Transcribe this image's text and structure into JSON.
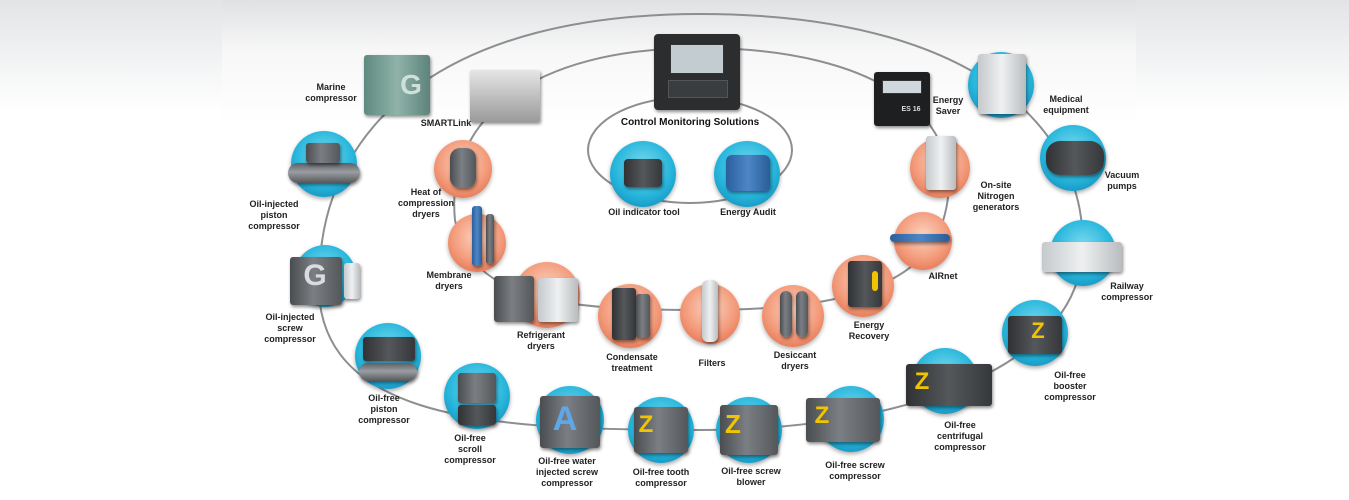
{
  "diagram": {
    "center": {
      "title": "Control Monitoring Solutions",
      "oil_indicator": "Oil indicator tool",
      "energy_audit": "Energy Audit"
    },
    "outer_ring": {
      "marine": "Marine\ncompressor",
      "piston_oil_injected": "Oil-injected\npiston\ncompressor",
      "screw_oil_injected": "Oil-injected\nscrew\ncompressor",
      "piston_oil_free": "Oil-free\npiston\ncompressor",
      "scroll_oil_free": "Oil-free\nscroll\ncompressor",
      "water_injected": "Oil-free water\ninjected screw\ncompressor",
      "tooth": "Oil-free tooth\ncompressor",
      "screw_blower": "Oil-free screw\nblower",
      "screw_oil_free": "Oil-free screw\ncompressor",
      "centrifugal": "Oil-free\ncentrifugal\ncompressor",
      "booster": "Oil-free\nbooster\ncompressor",
      "railway": "Railway\ncompressor",
      "vacuum": "Vacuum\npumps",
      "medical": "Medical\nequipment"
    },
    "inner_ring": {
      "smartlink": "SMARTLink",
      "heat_of_compression": "Heat of\ncompression\ndryers",
      "membrane": "Membrane\ndryers",
      "refrigerant": "Refrigerant\ndryers",
      "condensate": "Condensate\ntreatment",
      "filters": "Filters",
      "desiccant": "Desiccant\ndryers",
      "energy_recovery": "Energy\nRecovery",
      "airnet": "AIRnet",
      "nitrogen": "On-site\nNitrogen\ngenerators",
      "energy_saver": "Energy\nSaver"
    },
    "badges": {
      "G": "G",
      "A": "A",
      "Z": "Z",
      "ES": "ES 16"
    }
  }
}
